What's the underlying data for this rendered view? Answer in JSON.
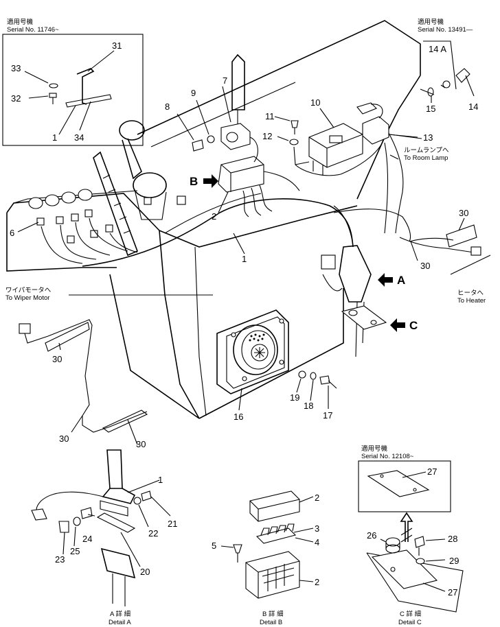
{
  "inset_top_left": {
    "note_jp": "適用号機",
    "serial": "Serial No. 11746~"
  },
  "inset_top_right": {
    "note_jp": "適用号機",
    "serial": "Serial No. 13491—"
  },
  "inset_bottom_right": {
    "note_jp": "適用号機",
    "serial": "Serial No. 12108~"
  },
  "callouts": {
    "room_lamp_jp": "ルームランプへ",
    "room_lamp": "To Room Lamp",
    "wiper_jp": "ワイパモータへ",
    "wiper": "To Wiper Motor",
    "heater_jp": "ヒータへ",
    "heater": "To Heater"
  },
  "view_labels": {
    "a": "A",
    "b": "B",
    "c": "C"
  },
  "details": {
    "a_jp": "A 詳 細",
    "a": "Detail A",
    "b_jp": "B 詳 細",
    "b": "Detail B",
    "c_jp": "C 詳 細",
    "c": "Detail C"
  },
  "part_numbers": {
    "p1": "1",
    "p2": "2",
    "p3": "3",
    "p4": "4",
    "p5": "5",
    "p6": "6",
    "p7": "7",
    "p8": "8",
    "p9": "9",
    "p10": "10",
    "p11": "11",
    "p12": "12",
    "p13": "13",
    "p14": "14",
    "p14a": "14 A",
    "p15": "15",
    "p16": "16",
    "p17": "17",
    "p18": "18",
    "p19": "19",
    "p20": "20",
    "p21": "21",
    "p22": "22",
    "p23": "23",
    "p24": "24",
    "p25": "25",
    "p26": "26",
    "p27": "27",
    "p28": "28",
    "p29": "29",
    "p30": "30",
    "p31": "31",
    "p32": "32",
    "p33": "33",
    "p34": "34"
  }
}
